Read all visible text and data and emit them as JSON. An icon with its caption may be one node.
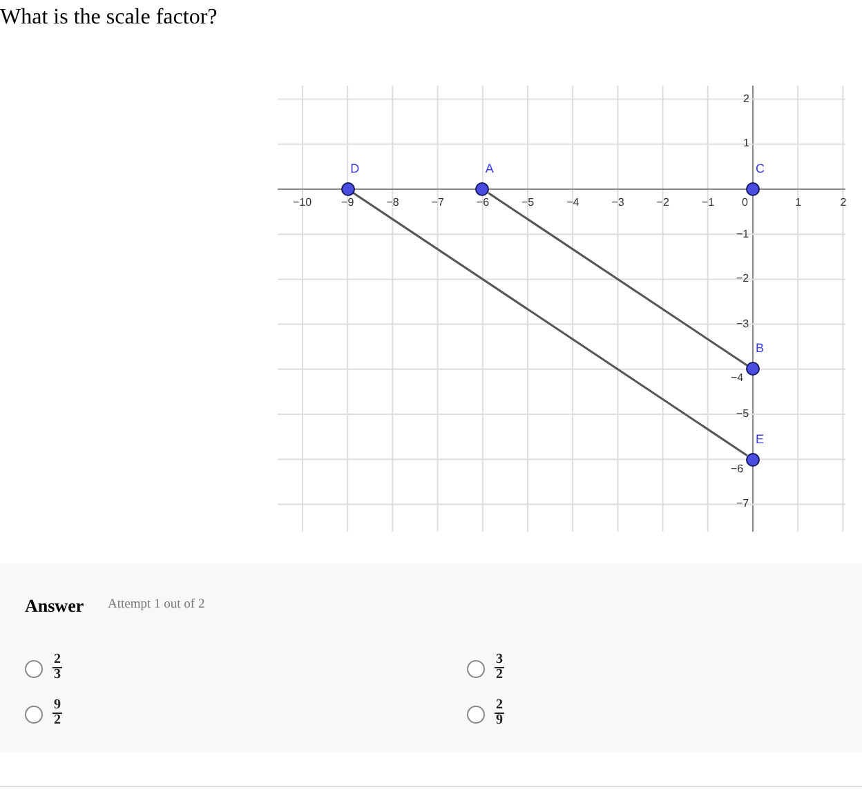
{
  "diagram": {
    "title": "What is the scale factor?",
    "nodes": [
      {
        "text": [
          "D"
        ]
      },
      {
        "text": [
          "A"
        ]
      },
      {
        "text": [
          "C"
        ]
      },
      {
        "text": [
          "B"
        ]
      },
      {
        "text": [
          "E"
        ]
      }
    ],
    "edges": [
      {
        "from": 1,
        "to": 3,
        "arrow": "none"
      },
      {
        "from": 0,
        "to": 4,
        "arrow": "none"
      }
    ],
    "labels": [
      "2",
      "1",
      "−10",
      "−9",
      "−8",
      "−7",
      "−6",
      "−5",
      "−4",
      "−3",
      "−2",
      "−1",
      "0",
      "1",
      "2",
      "−1",
      "−2",
      "−3",
      "−4",
      "−5",
      "−6",
      "−7",
      "Answer",
      "Attempt 1 out of 2",
      "2",
      "3",
      "3",
      "2",
      "9",
      "2",
      "2",
      "9"
    ]
  }
}
